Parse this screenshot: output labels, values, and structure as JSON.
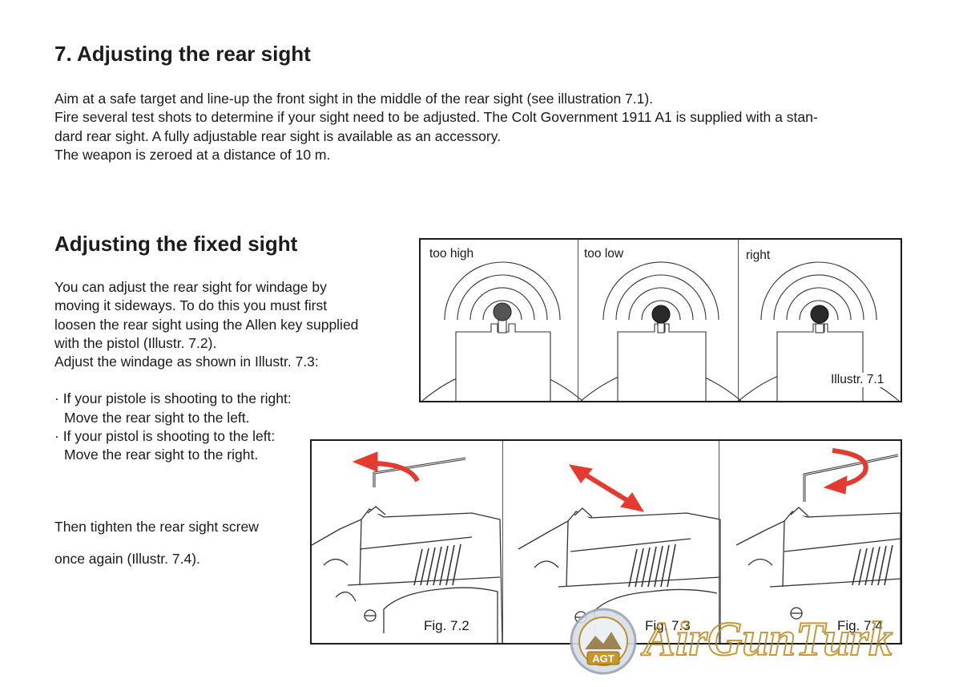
{
  "heading_main": "7. Adjusting the rear sight",
  "intro": [
    "Aim at a safe target and line-up the front sight in the middle of the rear sight (see illustration 7.1).",
    "Fire several test shots to determine if your sight need to be adjusted. The Colt Government 1911 A1 is supplied with a stan-",
    "dard rear sight.  A fully adjustable rear sight is available as an accessory.",
    "The weapon is zeroed at a distance of 10 m."
  ],
  "heading_fixed": "Adjusting the fixed sight",
  "fixed_text": [
    "You can adjust the rear sight for windage by",
    "moving it sideways. To do this you must first",
    "loosen the rear sight using the Allen key supplied",
    "with the pistol (Illustr. 7.2).",
    "Adjust the windage as shown in Illustr. 7.3:"
  ],
  "bullets": [
    "· If your pistole is shooting to the right:",
    "Move the rear sight to  the left.",
    "· If your pistol is shooting to the left:",
    "Move the rear sight to the right."
  ],
  "tighten_text": [
    "Then tighten the rear sight screw",
    "once again (Illustr. 7.4)."
  ],
  "illustration_71": {
    "panels": [
      "too high",
      "too low",
      "right"
    ],
    "caption": "Illustr. 7.1"
  },
  "figures": {
    "labels": [
      "Fig. 7.2",
      "Fig. 7.3",
      "Fig. 7.4"
    ]
  },
  "colors": {
    "arrow": "#e53a2f",
    "text": "#1a1a1a",
    "watermark_gold": "#b8891f"
  },
  "watermark": {
    "badge_text": "AGT",
    "brand_text": "AirGunTurk"
  }
}
